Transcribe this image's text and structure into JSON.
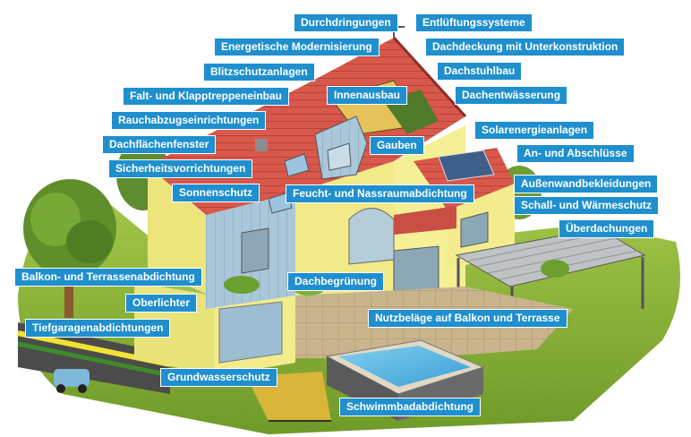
{
  "labels": [
    {
      "id": "durchdringungen",
      "text": "Durchdringungen"
    },
    {
      "id": "entlueftungssysteme",
      "text": "Entlüftungssysteme"
    },
    {
      "id": "energetische-modernisierung",
      "text": "Energetische Modernisierung"
    },
    {
      "id": "dachdeckung",
      "text": "Dachdeckung mit Unterkonstruktion"
    },
    {
      "id": "blitzschutzanlagen",
      "text": "Blitzschutzanlagen"
    },
    {
      "id": "dachstuhlbau",
      "text": "Dachstuhlbau"
    },
    {
      "id": "falt-klapptreppeneinbau",
      "text": "Falt- und Klapptreppeneinbau"
    },
    {
      "id": "innenausbau",
      "text": "Innenausbau"
    },
    {
      "id": "dachentwaesserung",
      "text": "Dachentwässerung"
    },
    {
      "id": "rauchabzugseinrichtungen",
      "text": "Rauchabzugseinrichtungen"
    },
    {
      "id": "solarenergieanlagen",
      "text": "Solarenergieanlagen"
    },
    {
      "id": "dachflaechenfenster",
      "text": "Dachflächenfenster"
    },
    {
      "id": "gauben",
      "text": "Gauben"
    },
    {
      "id": "an-abschluesse",
      "text": "An- und Abschlüsse"
    },
    {
      "id": "sicherheitsvorrichtungen",
      "text": "Sicherheitsvorrichtungen"
    },
    {
      "id": "aussenwandbekleidungen",
      "text": "Außenwandbekleidungen"
    },
    {
      "id": "sonnenschutz",
      "text": "Sonnenschutz"
    },
    {
      "id": "feucht-nassraumabdichtung",
      "text": "Feucht- und Nassraumabdichtung"
    },
    {
      "id": "schall-waermeschutz",
      "text": "Schall- und Wärmeschutz"
    },
    {
      "id": "ueberdachungen",
      "text": "Überdachungen"
    },
    {
      "id": "balkon-terrassenabdichtung",
      "text": "Balkon- und Terrassenabdichtung"
    },
    {
      "id": "dachbegruenung",
      "text": "Dachbegrünung"
    },
    {
      "id": "oberlichter",
      "text": "Oberlichter"
    },
    {
      "id": "nutzbelaege",
      "text": "Nutzbeläge auf Balkon und Terrasse"
    },
    {
      "id": "tiefgaragenabdichtungen",
      "text": "Tiefgaragenabdichtungen"
    },
    {
      "id": "grundwasserschutz",
      "text": "Grundwasserschutz"
    },
    {
      "id": "schwimmbadabdichtung",
      "text": "Schwimmbadabdichtung"
    }
  ]
}
